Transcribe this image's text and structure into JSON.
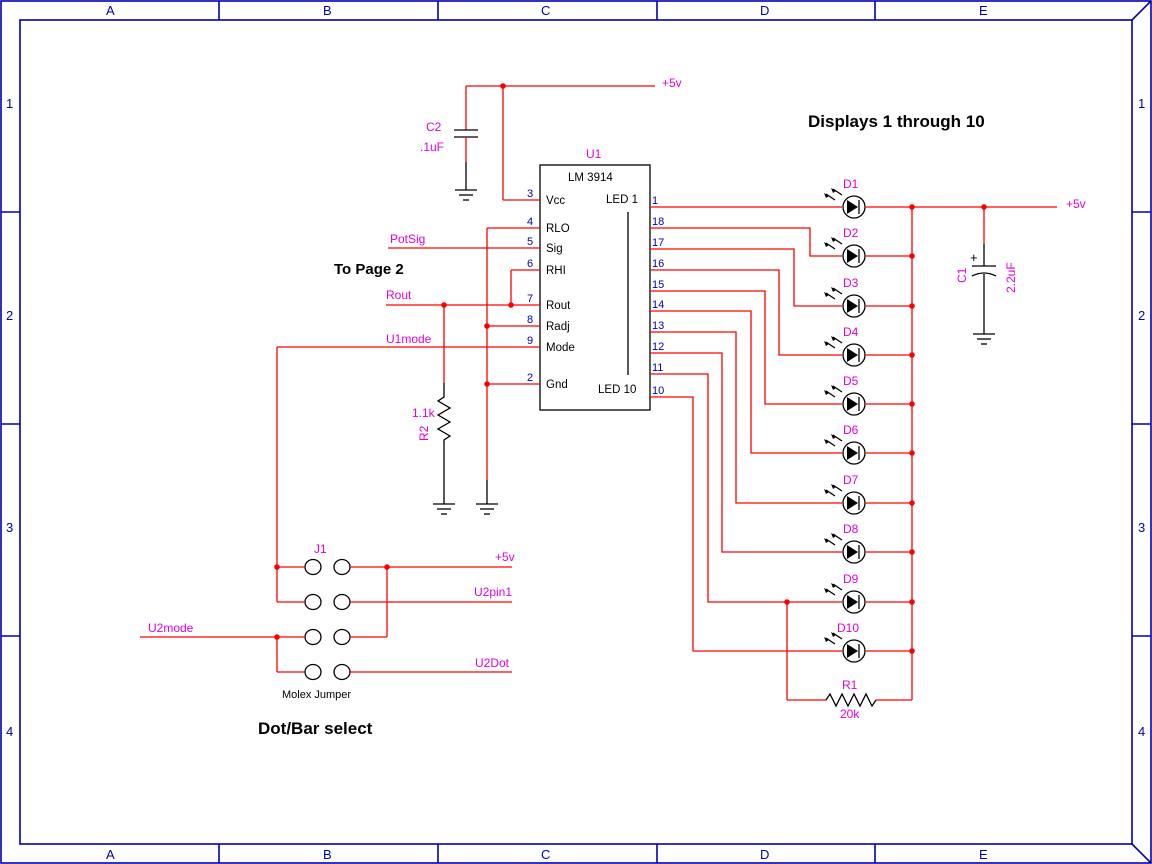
{
  "frame": {
    "columns": [
      "A",
      "B",
      "C",
      "D",
      "E"
    ],
    "rows": [
      "1",
      "2",
      "3",
      "4"
    ]
  },
  "headings": {
    "displays": "Displays 1 through 10",
    "to_page": "To Page 2",
    "dot_bar": "Dot/Bar select"
  },
  "u1": {
    "ref": "U1",
    "part": "LM 3914",
    "left_pins": [
      {
        "num": "3",
        "name": "Vcc"
      },
      {
        "num": "4",
        "name": "RLO"
      },
      {
        "num": "5",
        "name": "Sig"
      },
      {
        "num": "6",
        "name": "RHI"
      },
      {
        "num": "7",
        "name": "Rout"
      },
      {
        "num": "8",
        "name": "Radj"
      },
      {
        "num": "9",
        "name": "Mode"
      },
      {
        "num": "2",
        "name": "Gnd"
      }
    ],
    "right_pins": [
      "1",
      "18",
      "17",
      "16",
      "15",
      "14",
      "13",
      "12",
      "11",
      "10"
    ],
    "led_first": "LED 1",
    "led_last": "LED 10"
  },
  "nets": {
    "vcc_top": "+5v",
    "vcc_right": "+5v",
    "potsig": "PotSig",
    "rout": "Rout",
    "u1mode": "U1mode",
    "u2mode": "U2mode",
    "j1_vcc": "+5v",
    "u2pin1": "U2pin1",
    "u2dot": "U2Dot"
  },
  "components": {
    "c2": {
      "ref": "C2",
      "value": ".1uF"
    },
    "c1": {
      "ref": "C1",
      "value": "2.2uF"
    },
    "r2": {
      "ref": "R2",
      "value": "1.1k"
    },
    "r1": {
      "ref": "R1",
      "value": "20k"
    },
    "j1": {
      "ref": "J1",
      "value": "Molex Jumper"
    }
  },
  "leds": [
    "D1",
    "D2",
    "D3",
    "D4",
    "D5",
    "D6",
    "D7",
    "D8",
    "D9",
    "D10"
  ]
}
